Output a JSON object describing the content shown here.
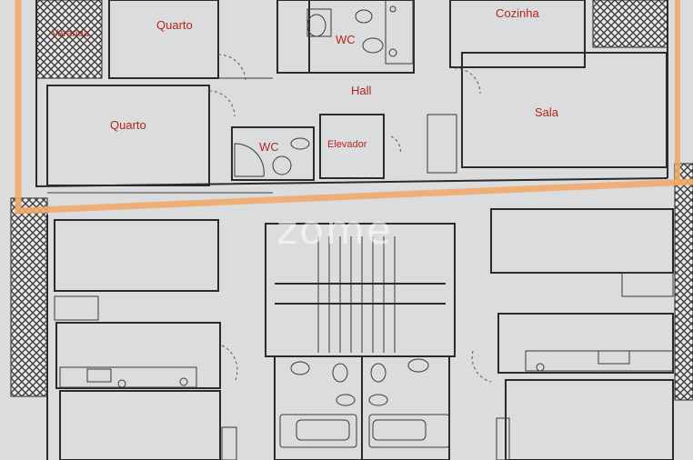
{
  "rooms": {
    "varanda_left": "Varanda",
    "quarto_top": "Quarto",
    "wc_top": "WC",
    "cozinha": "Cozinha",
    "hall": "Hall",
    "quarto_left": "Quarto",
    "wc_mid": "WC",
    "elevador": "Elevador",
    "sala": "Sala"
  },
  "watermark": "zome",
  "colors": {
    "highlight": "#f0a868",
    "label": "#b3261e",
    "paper": "#e4e5e7",
    "hatch": "#3c3c3c"
  }
}
